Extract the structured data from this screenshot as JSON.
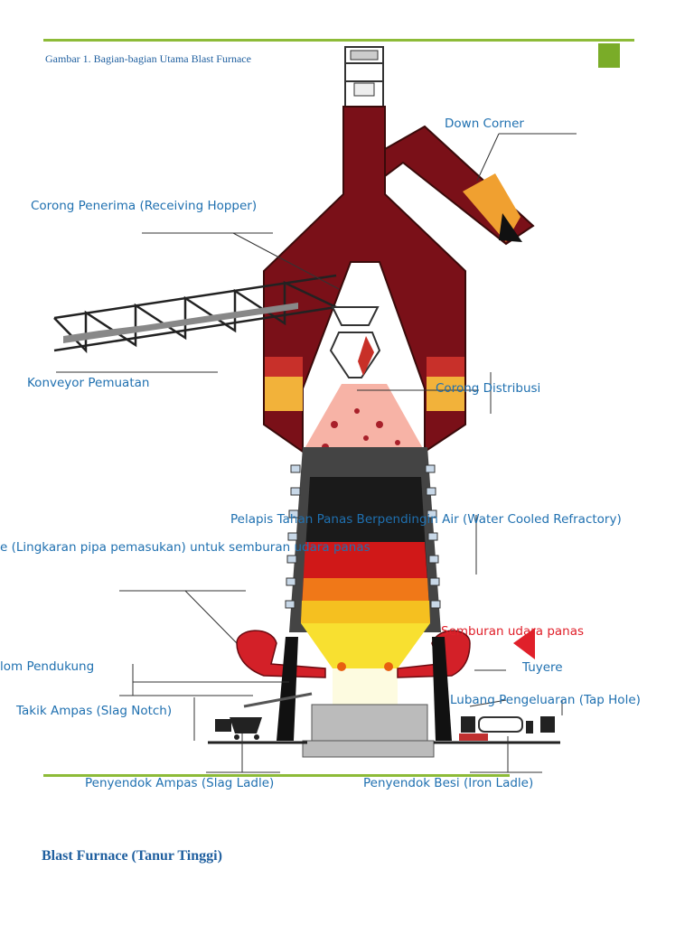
{
  "caption": "Gambar 1.  Bagian-bagian Utama Blast Furnace",
  "title": "Blast Furnace (Tanur Tinggi)",
  "colors": {
    "accent_green": "#8dbb38",
    "label_blue": "#1f70b0",
    "hot_air_red": "#e0202a",
    "furnace_dark_red": "#7a1018"
  },
  "labels": {
    "down_corner": "Down Corner",
    "receiving_hopper": "Corong Penerima (Receiving Hopper)",
    "conveyor": "Konveyor Pemuatan",
    "distribution": "Corong Distribusi",
    "refractory": "Pelapis Tahan Panas Berpendingin Air  (Water Cooled Refractory)",
    "bustle_pipe": "e (Lingkaran pipa pemasukan)  untuk semburan udara panas",
    "hot_blast": "Semburan udara panas",
    "support_column": "lom Pendukung",
    "tuyere": "Tuyere",
    "slag_notch": "Takik Ampas (Slag Notch)",
    "tap_hole": "Lubang Pengeluaran  (Tap Hole)",
    "slag_ladle": "Penyendok Ampas (Slag Ladle)",
    "iron_ladle": "Penyendok Besi (Iron Ladle)"
  }
}
